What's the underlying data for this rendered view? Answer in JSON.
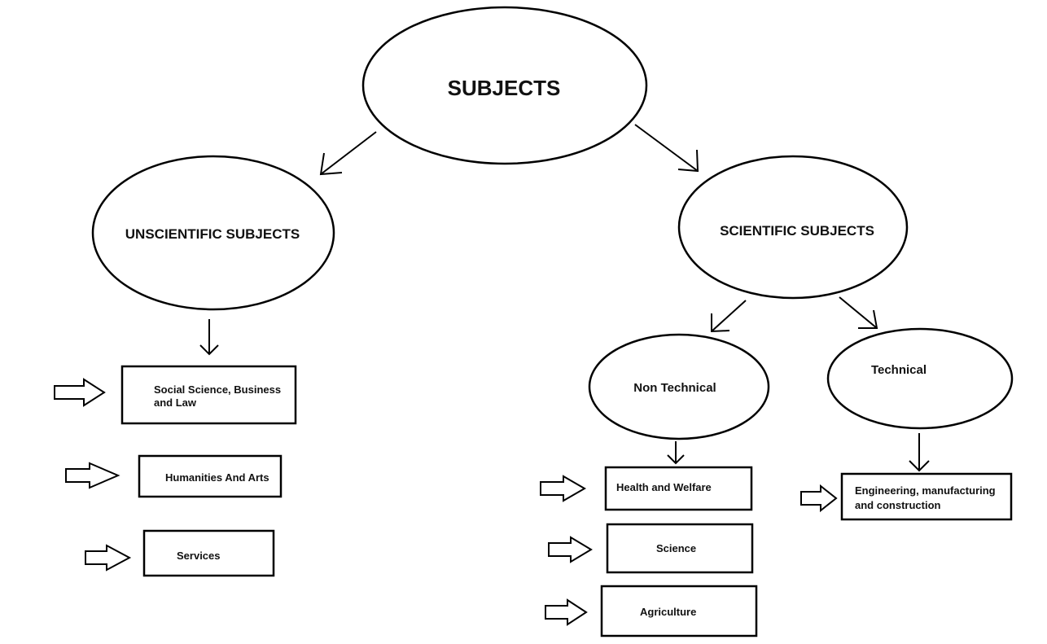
{
  "diagram": {
    "root": "SUBJECTS",
    "categories": {
      "unscientific": "UNSCIENTIFIC SUBJECTS",
      "scientific": "SCIENTIFIC SUBJECTS"
    },
    "subcategories": {
      "non_technical": "Non Technical",
      "technical": "Technical"
    },
    "unscientific_items": {
      "social_line1": "Social Science, Business",
      "social_line2": "and Law",
      "humanities": "Humanities And Arts",
      "services": "Services"
    },
    "non_technical_items": {
      "health": "Health and Welfare",
      "science": "Science",
      "agriculture": "Agriculture"
    },
    "technical_items": {
      "engineering_line1": "Engineering, manufacturing",
      "engineering_line2": "and construction"
    }
  }
}
